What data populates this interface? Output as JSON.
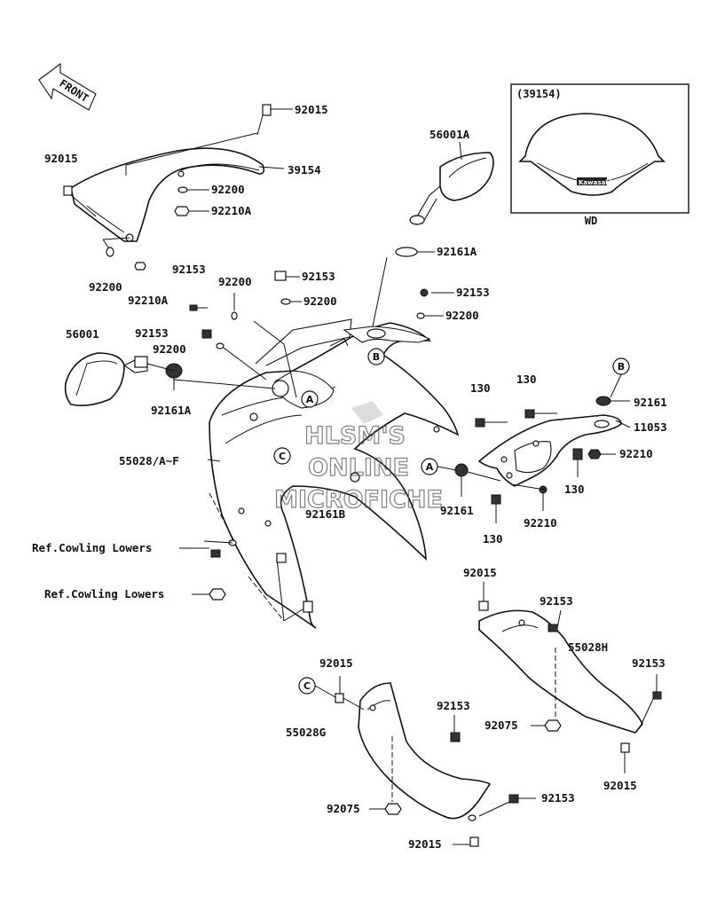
{
  "front_arrow": {
    "text": "FRONT"
  },
  "inset": {
    "part_no": "(39154)",
    "variant": "WD",
    "brand": "Kawasaki"
  },
  "watermark": {
    "line1": "HLSM'S",
    "line2": "ONLINE",
    "line3": "MICROFICHE"
  },
  "callouts": {
    "a": "A",
    "b": "B",
    "c": "C"
  },
  "labels": {
    "l92015_a": "92015",
    "l92015_b": "92015",
    "l39154": "39154",
    "l92200_a": "92200",
    "l92210a_a": "92210A",
    "l92200_b": "92200",
    "l92210a_b": "92210A",
    "l56001a": "56001A",
    "l92161a_top": "92161A",
    "l92153_a": "92153",
    "l92200_c": "92200",
    "l92153_b": "92153",
    "l92200_d": "92200",
    "l92153_c": "92153",
    "l92200_e": "92200",
    "l92153_d": "92153",
    "l92200_f": "92200",
    "l56001": "56001",
    "l92161a_left": "92161A",
    "l55028": "55028/A~F",
    "l92161b": "92161B",
    "l130_a": "130",
    "l130_b": "130",
    "l92161_b": "92161",
    "l11053": "11053",
    "l92210_a": "92210",
    "l130_c": "130",
    "l92161_a": "92161",
    "l92210_b": "92210",
    "l130_d": "130",
    "ref1": "Ref.Cowling Lowers",
    "ref2": "Ref.Cowling Lowers",
    "l92015_c": "92015",
    "l92153_e": "92153",
    "l55028h": "55028H",
    "l92153_f": "92153",
    "l92075_a": "92075",
    "l92015_d": "92015",
    "l92015_e": "92015",
    "l92153_g": "92153",
    "l55028g": "55028G",
    "l92075_b": "92075",
    "l92153_h": "92153",
    "l92015_f": "92015"
  }
}
